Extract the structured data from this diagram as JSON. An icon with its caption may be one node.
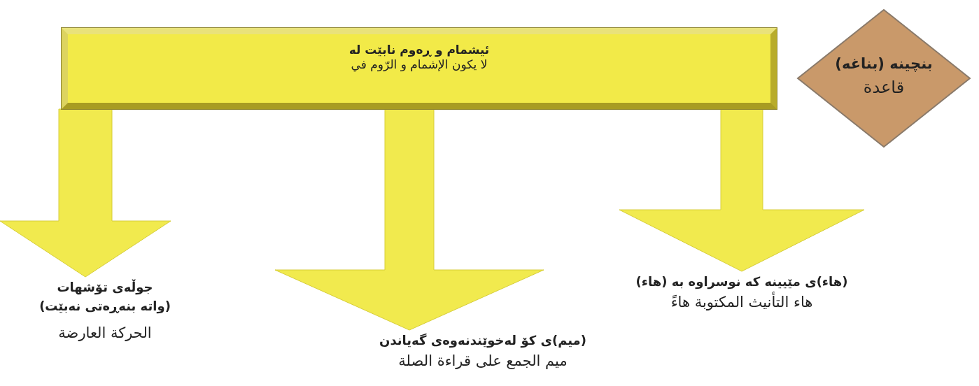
{
  "diagram": {
    "nodes": [
      {
        "text": [
          "ئیشمام و ڕەوم نابێت لە",
          "لا يكون الإشمام و الرّوم في"
        ]
      },
      {
        "text": [
          "بنچینە (بناغە)",
          "قاعدة"
        ]
      },
      {
        "text": [
          "(هاء)ی مێیینە کە نوسراوە بە (هاء)",
          "هاء التأنيث المكتوبة هاءً"
        ]
      },
      {
        "text": [
          "(میم)ی کۆ لەخوێندنەوەی گەیاندن",
          "ميم الجمع على قراءة الصلة"
        ]
      },
      {
        "text": [
          "جوڵەی تۆشهات",
          "(واتە بنەڕەتی نەبێت)",
          "الحركة العارضة"
        ]
      }
    ],
    "edges": [
      {
        "from": 0,
        "to": 2,
        "arrow": "to"
      },
      {
        "from": 0,
        "to": 3,
        "arrow": "to"
      },
      {
        "from": 0,
        "to": 4,
        "arrow": "to"
      }
    ]
  }
}
